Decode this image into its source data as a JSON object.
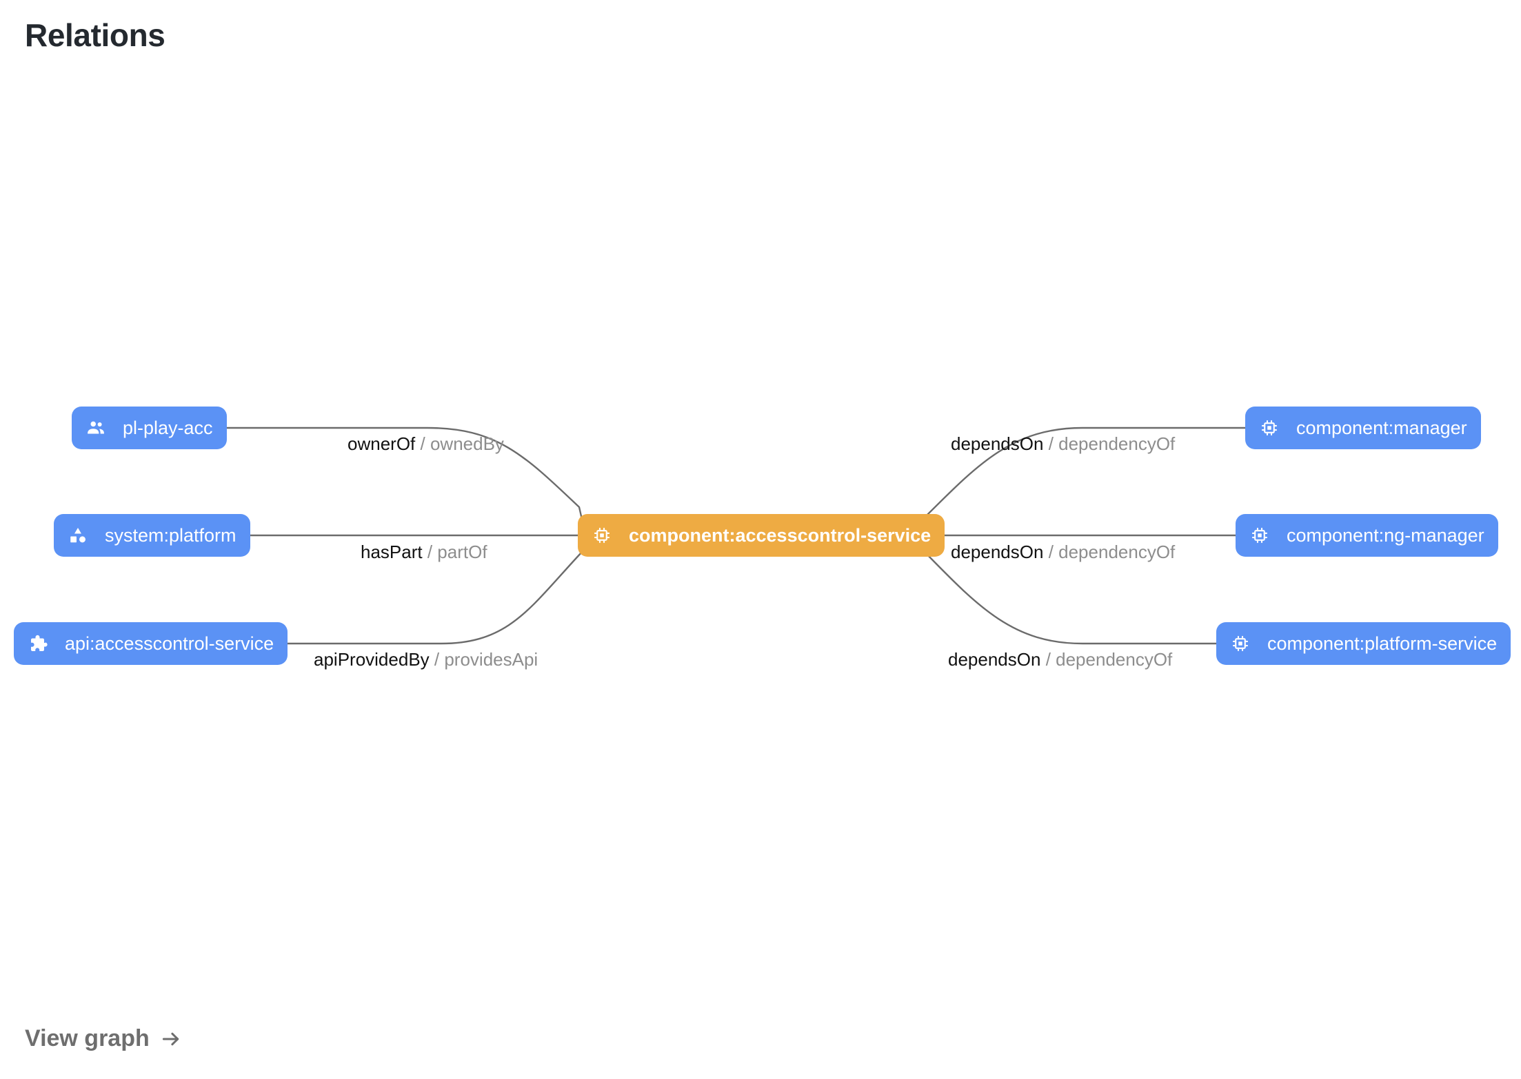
{
  "header": {
    "title": "Relations"
  },
  "footer": {
    "link_label": "View graph",
    "link_icon": "arrow-right-icon"
  },
  "colors": {
    "node_blue": "#5b92f5",
    "node_orange": "#eeab43",
    "edge_line": "#6b6b6b",
    "label_primary": "#111111",
    "label_secondary": "#8d8d8d",
    "title": "#24292f",
    "footer_link": "#6e6e6e",
    "background": "#ffffff"
  },
  "graph": {
    "focus_node": {
      "id": "component:accesscontrol-service",
      "label": "component:accesscontrol-service",
      "icon": "memory-chip-icon",
      "kind": "component",
      "color": "#eeab43",
      "highlighted": true
    },
    "left_nodes": [
      {
        "id": "pl-play-acc",
        "label": "pl-play-acc",
        "icon": "group-people-icon",
        "kind": "group",
        "color": "#5b92f5"
      },
      {
        "id": "system:platform",
        "label": "system:platform",
        "icon": "category-shapes-icon",
        "kind": "system",
        "color": "#5b92f5"
      },
      {
        "id": "api:accesscontrol-service",
        "label": "api:accesscontrol-service",
        "icon": "puzzle-extension-icon",
        "kind": "api",
        "color": "#5b92f5"
      }
    ],
    "right_nodes": [
      {
        "id": "component:manager",
        "label": "component:manager",
        "icon": "memory-chip-icon",
        "kind": "component",
        "color": "#5b92f5"
      },
      {
        "id": "component:ng-manager",
        "label": "component:ng-manager",
        "icon": "memory-chip-icon",
        "kind": "component",
        "color": "#5b92f5"
      },
      {
        "id": "component:platform-service",
        "label": "component:platform-service",
        "icon": "memory-chip-icon",
        "kind": "component",
        "color": "#5b92f5"
      }
    ],
    "edges": [
      {
        "source": "pl-play-acc",
        "target": "component:accesscontrol-service",
        "forward": "ownerOf",
        "separator": "/",
        "reverse": "ownedBy"
      },
      {
        "source": "system:platform",
        "target": "component:accesscontrol-service",
        "forward": "hasPart",
        "separator": "/",
        "reverse": "partOf"
      },
      {
        "source": "api:accesscontrol-service",
        "target": "component:accesscontrol-service",
        "forward": "apiProvidedBy",
        "separator": "/",
        "reverse": "providesApi"
      },
      {
        "source": "component:accesscontrol-service",
        "target": "component:manager",
        "forward": "dependsOn",
        "separator": "/",
        "reverse": "dependencyOf"
      },
      {
        "source": "component:accesscontrol-service",
        "target": "component:ng-manager",
        "forward": "dependsOn",
        "separator": "/",
        "reverse": "dependencyOf"
      },
      {
        "source": "component:accesscontrol-service",
        "target": "component:platform-service",
        "forward": "dependsOn",
        "separator": "/",
        "reverse": "dependencyOf"
      }
    ]
  }
}
